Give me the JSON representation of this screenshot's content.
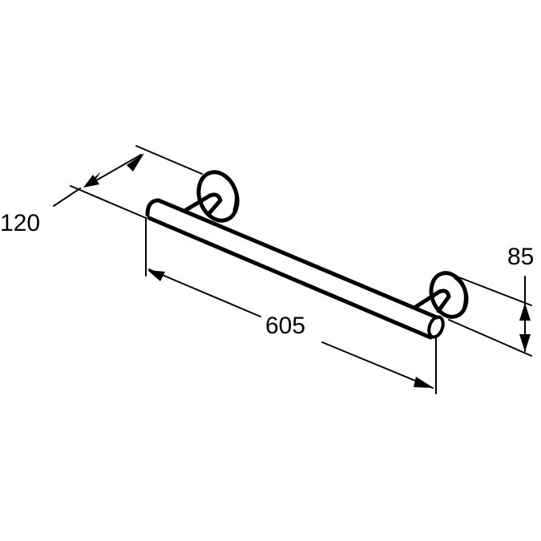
{
  "drawing": {
    "subject": "grab bar",
    "line_color": "#000000",
    "background": "#ffffff"
  },
  "dimensions": {
    "depth": "120",
    "length": "605",
    "height": "85"
  }
}
